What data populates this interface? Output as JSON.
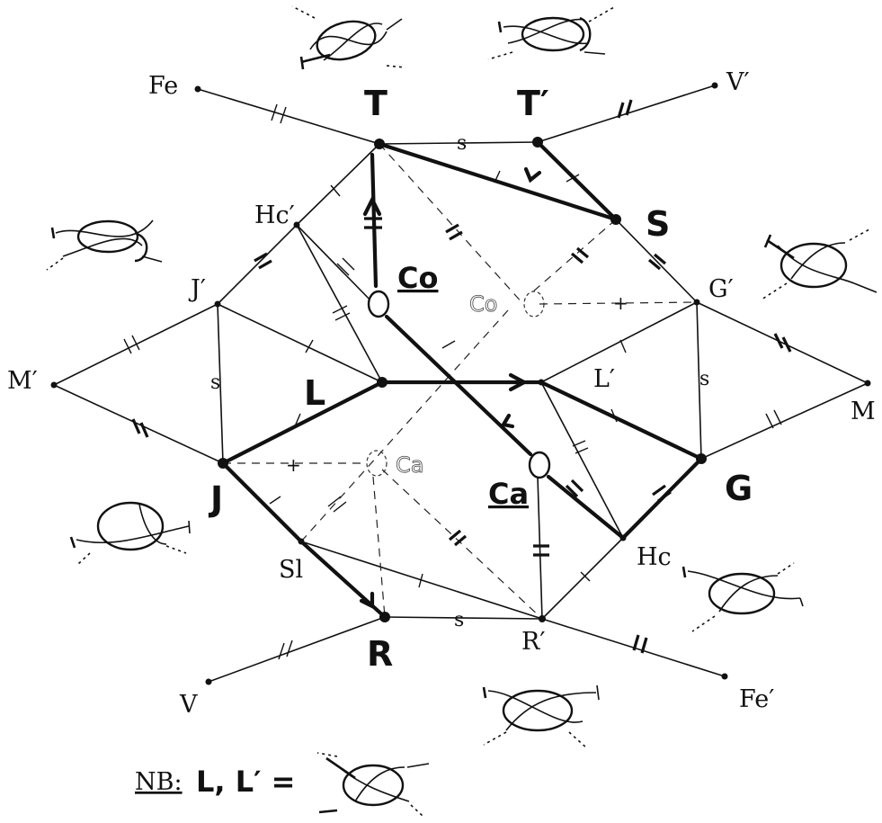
{
  "labels": {
    "T": "T",
    "T_prime": "T′",
    "S": "S",
    "Fe": "Fe",
    "V_prime": "V′",
    "Hc_prime": "Hc′",
    "J_prime": "J′",
    "M_prime": "M′",
    "G_prime": "G′",
    "M": "M",
    "Co": "Co",
    "Co_dashed": "Co",
    "L": "L",
    "L_prime": "L′",
    "J": "J",
    "G": "G",
    "Ca": "Ca",
    "Ca_dashed": "Ca",
    "Sl": "Sl",
    "Hc": "Hc",
    "R": "R",
    "R_prime": "R′",
    "V": "V",
    "Fe_prime": "Fe′"
  },
  "edge_marks": {
    "s": "s",
    "plus": "+"
  },
  "note": {
    "prefix": "NB:",
    "text": "L, L′ ="
  }
}
